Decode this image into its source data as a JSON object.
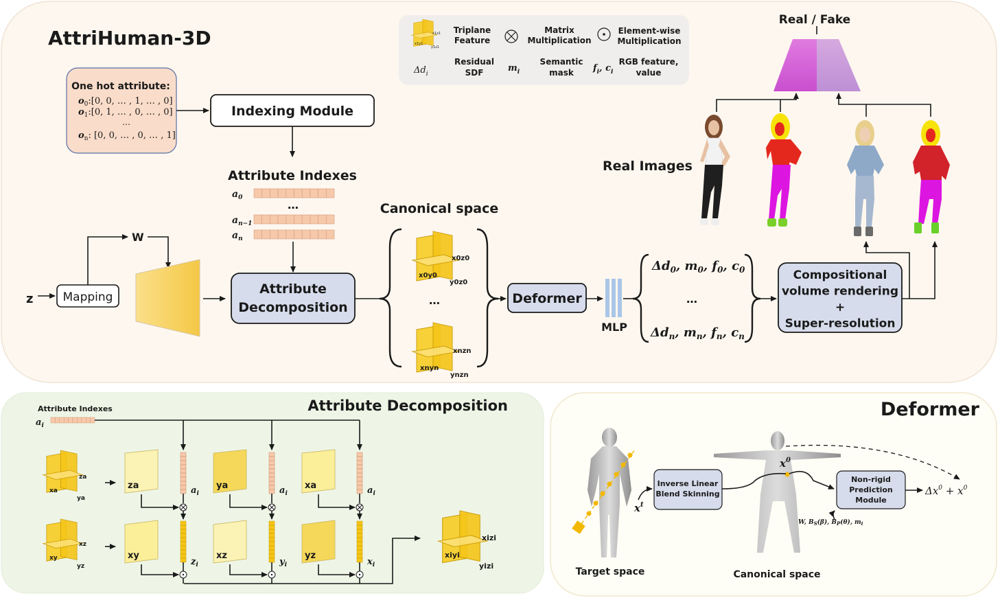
{
  "top_panel": {
    "title": "AttriHuman-3D",
    "legend": {
      "triplane_label": "Triplane\nFeature",
      "triplane_mini_labels": [
        "x1z1",
        "x1y1",
        "y1z1"
      ],
      "matmul_label": "Matrix\nMultiplication",
      "elementwise_label": "Element-wise\nMultiplication",
      "residual_symbol": "Δd",
      "residual_symbol_sub": "i",
      "residual_label": "Residual\nSDF",
      "semantic_symbol": "m",
      "semantic_symbol_sub": "i",
      "semantic_label": "Semantic\nmask",
      "rgb_symbol": "f",
      "rgb_symbol_rest": "i, c",
      "rgb_symbol_sub": "i",
      "rgb_label": "RGB feature,\nvalue"
    },
    "onehot": {
      "title": "One hot attribute:",
      "rows": [
        {
          "name": "o",
          "sub": "0",
          "value": ":[0, 0, … , 1, … , 0]"
        },
        {
          "name": "o",
          "sub": "1",
          "value": ":[0, 1, … , 0, … , 0]"
        },
        {
          "name": "",
          "sub": "",
          "value": "…"
        },
        {
          "name": "o",
          "sub": "n",
          "value": ": [0, 0, … , 0, … , 1]"
        }
      ]
    },
    "indexing_module": "Indexing Module",
    "attribute_indexes_title": "Attribute Indexes",
    "index_rows": [
      {
        "name": "a",
        "sub": "0"
      },
      {
        "name": "…",
        "sub": ""
      },
      {
        "name": "a",
        "sub": "n−1"
      },
      {
        "name": "a",
        "sub": "n"
      }
    ],
    "z_label": "z",
    "mapping": "Mapping",
    "w_label": "W",
    "attr_decomp": "Attribute\nDecomposition",
    "canonical_title": "Canonical space",
    "canonical_triplane_top": {
      "a": "x0z0",
      "b": "x0y0",
      "c": "y0z0"
    },
    "canonical_ellipsis": "…",
    "canonical_triplane_bottom": {
      "a": "xnzn",
      "b": "xnyn",
      "c": "ynzn"
    },
    "deformer": "Deformer",
    "mlp": "MLP",
    "outputs": [
      {
        "d": "Δd",
        "m": "m",
        "f": "f",
        "c": "c",
        "sub": "0"
      },
      {
        "d": "…"
      },
      {
        "d": "Δd",
        "m": "m",
        "f": "f",
        "c": "c",
        "sub": "n"
      }
    ],
    "render_box": "Compositional\nvolume rendering\n+\nSuper-resolution",
    "discriminator_label": "Real / Fake",
    "real_images_label": "Real Images"
  },
  "attr_panel": {
    "title": "Attribute Decomposition",
    "indexes_label": "Attribute Indexes",
    "ai_label": "a",
    "ai_sub": "i",
    "triplane_top_labels": [
      "za",
      "xa",
      "ya"
    ],
    "triplane_bottom_labels": [
      "xz",
      "xy",
      "yz"
    ],
    "planes_top": [
      "za",
      "ya",
      "xa"
    ],
    "planes_bottom": [
      "xy",
      "xz",
      "yz"
    ],
    "vec_labels_top": [
      "a",
      "a",
      "a"
    ],
    "vec_labels_top_sub": "i",
    "vec_labels_bottom": [
      "z",
      "y",
      "x"
    ],
    "vec_labels_bottom_sub": "i",
    "result_labels": {
      "a": "xizi",
      "b": "xiyi",
      "c": "yizi"
    }
  },
  "deformer_panel": {
    "title": "Deformer",
    "lbs_box": "Inverse Linear\nBlend Skinning",
    "xt_label": "x",
    "xt_sup": "t",
    "x0_label": "x",
    "x0_sup": "0",
    "nonrigid_box": "Non-rigid\nPrediction\nModule",
    "params_label": "W, B",
    "params_full": "W, B_S(β), B_P(θ), m_i",
    "output_label": "Δx⁰ + x⁰",
    "target_space": "Target space",
    "canonical_space": "Canonical space"
  },
  "colors": {
    "top_bg": "#fdf7ef",
    "attr_bg": "#eef5e6",
    "deformer_bg": "#fefdf6",
    "onehot_box": "#f9dcc9",
    "onehot_border": "#5a6fa8",
    "module_box": "#d6dceb",
    "index_cell": "#f6c9ab",
    "triplane_yellow": "#f5c518",
    "generator_yellow": "#f9d66b",
    "discriminator_left": "#d966d9",
    "discriminator_right": "#c79ad9",
    "mlp_blue": "#a9c6e8"
  }
}
